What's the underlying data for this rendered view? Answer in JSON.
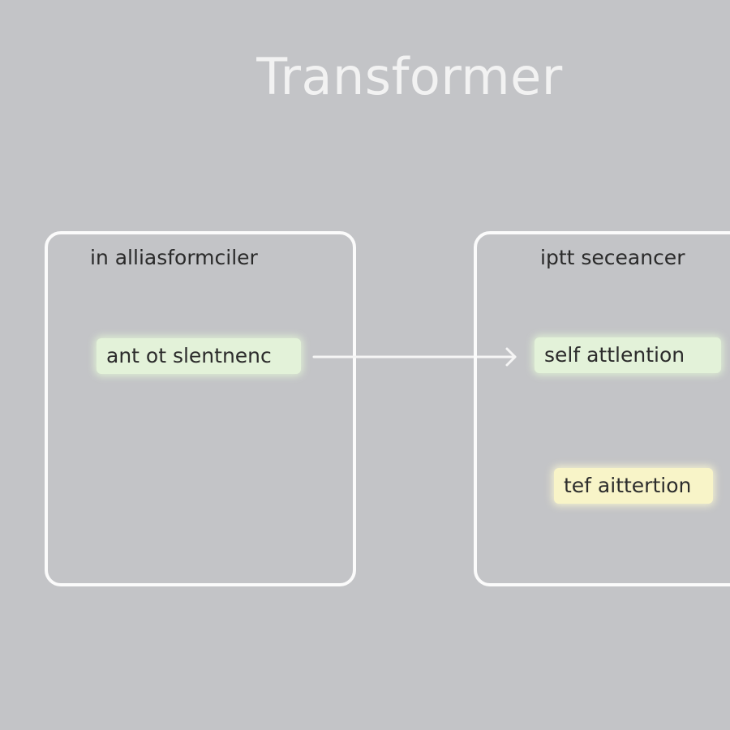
{
  "diagram": {
    "title": "Transformer",
    "left_panel": {
      "label": "in alliasformciler",
      "chip": "ant ot slentnenc"
    },
    "right_panel": {
      "label": "iptt seceancer",
      "chip_top": "self attlention",
      "chip_bottom": "tef aittertion"
    },
    "colors": {
      "background": "#c3c4c7",
      "panel_border": "#fbfbfb",
      "title": "#f2f2f2",
      "chip_green": "#e3f2d9",
      "chip_yellow": "#f8f4c8",
      "arrow": "#f5f5f5"
    }
  }
}
